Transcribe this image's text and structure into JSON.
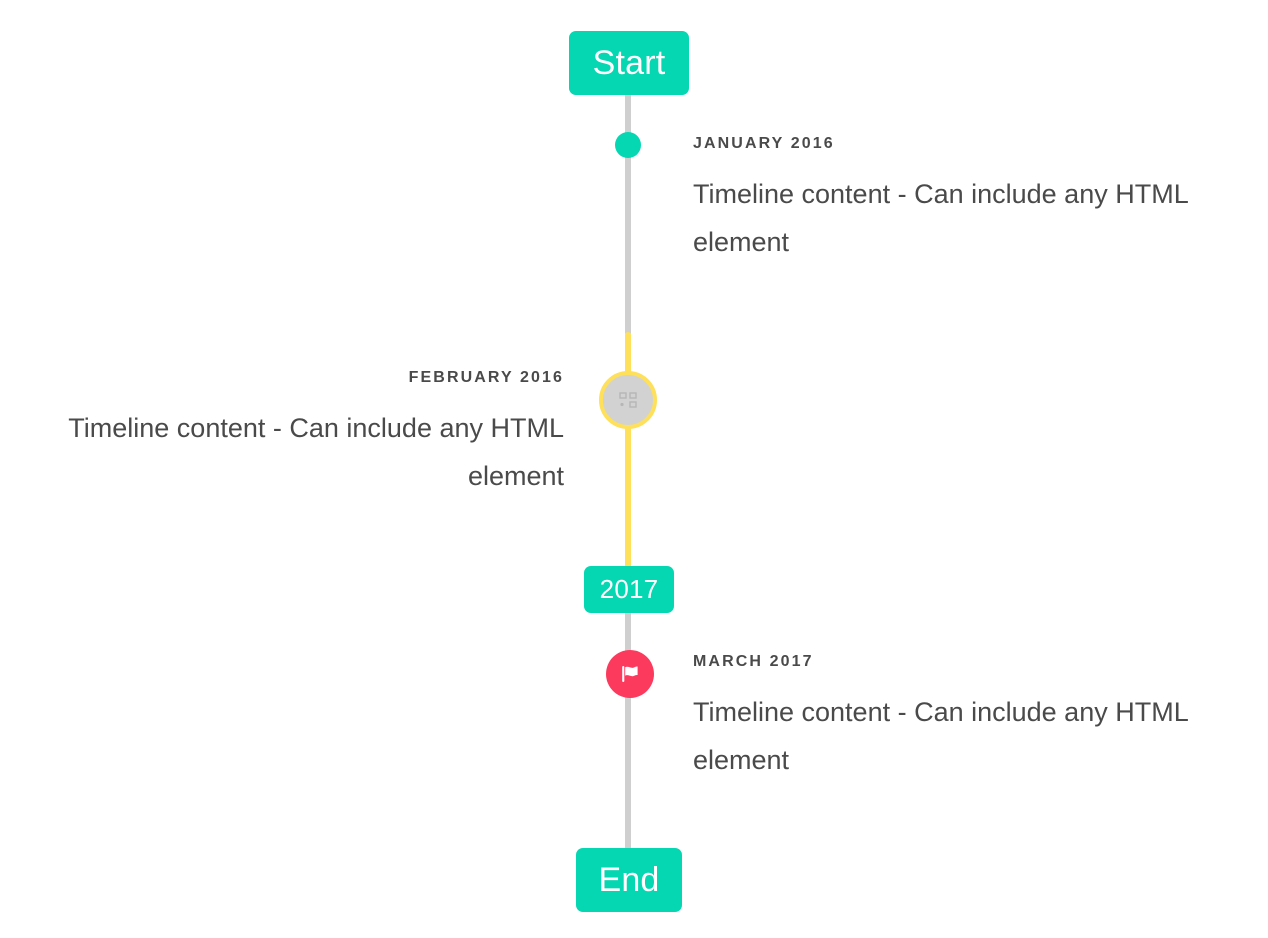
{
  "timeline": {
    "start_badge": {
      "label": "Start"
    },
    "mid_badge": {
      "label": "2017"
    },
    "end_badge": {
      "label": "End"
    },
    "entries": [
      {
        "date": "JANUARY 2016",
        "body": "Timeline content - Can include any HTML element",
        "side": "right",
        "marker": "dot-marker"
      },
      {
        "date": "FEBRUARY 2016",
        "body": "Timeline content - Can include any HTML element",
        "side": "left",
        "marker": "broken-image-marker"
      },
      {
        "date": "MARCH 2017",
        "body": "Timeline content - Can include any HTML element",
        "side": "right",
        "marker": "flag-marker"
      }
    ],
    "colors": {
      "accent_teal": "#05d7b2",
      "accent_yellow": "#fee05a",
      "accent_pink": "#fc3a5e",
      "axis_gray": "#cfcfcf",
      "text_gray": "#4a4a4a",
      "marker_gray": "#d2d2d2",
      "background": "#ffffff"
    }
  }
}
